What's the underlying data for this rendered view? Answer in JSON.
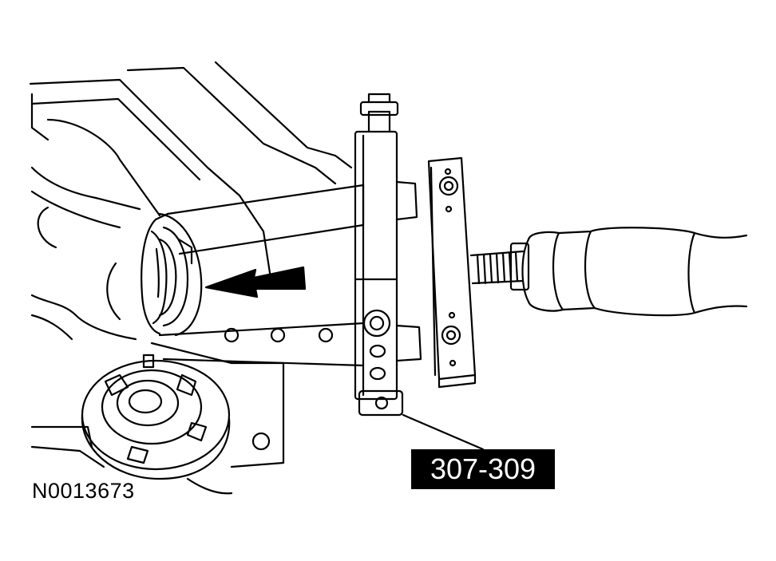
{
  "figure": {
    "id_label": "N0013673",
    "tool_number": "307-309"
  },
  "colors": {
    "ink": "#000000",
    "paper": "#ffffff"
  },
  "parts": [
    "vehicle-body-panel",
    "bushing-housing",
    "bushing-installer-tool",
    "threaded-rod",
    "ratchet-handle",
    "removed-bushing",
    "direction-arrow"
  ]
}
